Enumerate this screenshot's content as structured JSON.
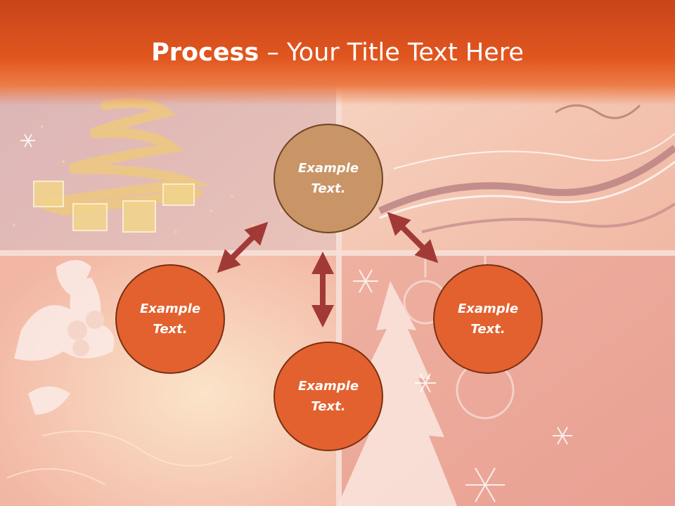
{
  "slide": {
    "title_bold": "Process",
    "title_rest": " – Your Title Text Here"
  },
  "nodes": {
    "top": "Example Text.",
    "left": "Example Text.",
    "bottom": "Example Text.",
    "right": "Example Text."
  },
  "colors": {
    "header": "#e1561f",
    "node_center": "#c99466",
    "node_orange": "#e3612e",
    "arrow": "#a13a37",
    "node_border": "#7a2f12"
  },
  "icons": [
    "snowflake-icon",
    "christmas-tree-icon",
    "holly-icon",
    "gift-box-icon",
    "bauble-icon"
  ]
}
